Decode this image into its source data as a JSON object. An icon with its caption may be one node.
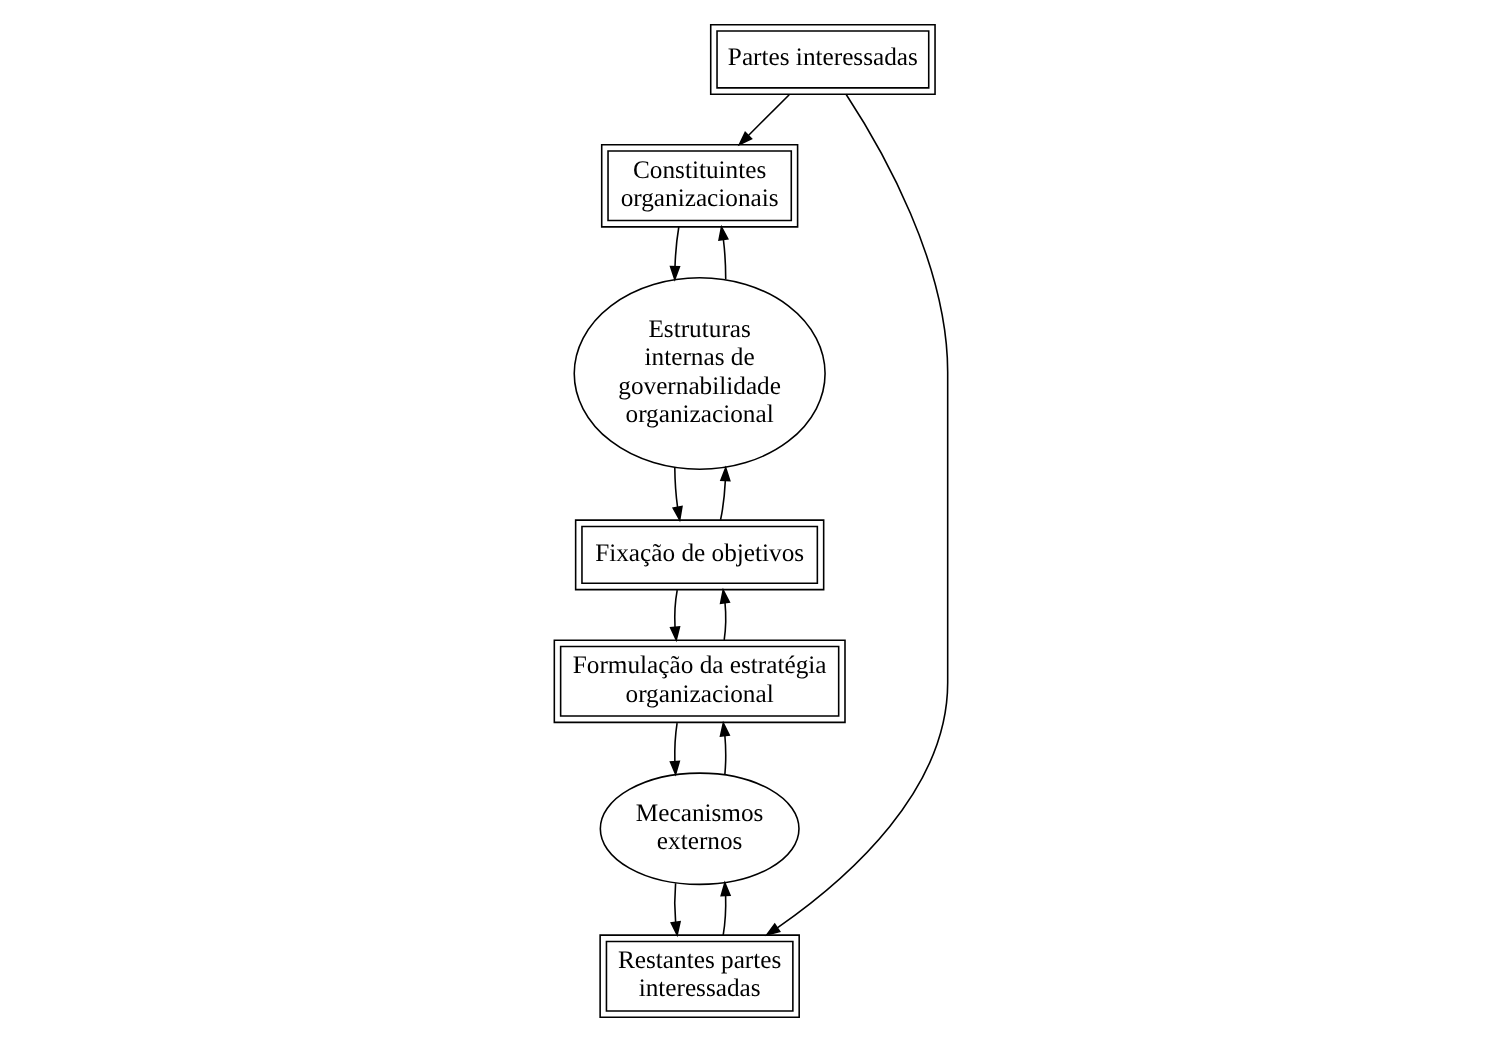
{
  "diagram": {
    "nodes": [
      {
        "text": [
          "Partes interessadas"
        ]
      },
      {
        "text": [
          "Constituintes organizacionais"
        ]
      },
      {
        "text": [
          "Restantes partes interessadas"
        ]
      },
      {
        "text": [
          "Estruturas internas de governabilidade organizacional"
        ]
      },
      {
        "text": [
          "Mecanismos externos"
        ]
      },
      {
        "text": [
          "Fixação de objetivos"
        ]
      },
      {
        "text": [
          "Formulação da estratégia organizacional"
        ]
      }
    ],
    "edges": [
      {
        "from": 0,
        "to": 1,
        "arrow": "to"
      },
      {
        "from": 0,
        "to": 2,
        "arrow": "to"
      },
      {
        "from": 3,
        "to": 1,
        "arrow": "to"
      },
      {
        "from": 1,
        "to": 3,
        "arrow": "to"
      },
      {
        "from": 4,
        "to": 2,
        "arrow": "to"
      },
      {
        "from": 2,
        "to": 4,
        "arrow": "to"
      },
      {
        "from": 3,
        "to": 5,
        "arrow": "to"
      },
      {
        "from": 5,
        "to": 3,
        "arrow": "to"
      },
      {
        "from": 6,
        "to": 5,
        "arrow": "to"
      },
      {
        "from": 5,
        "to": 6,
        "arrow": "to"
      },
      {
        "from": 4,
        "to": 6,
        "arrow": "to"
      },
      {
        "from": 6,
        "to": 4,
        "arrow": "to"
      }
    ]
  }
}
